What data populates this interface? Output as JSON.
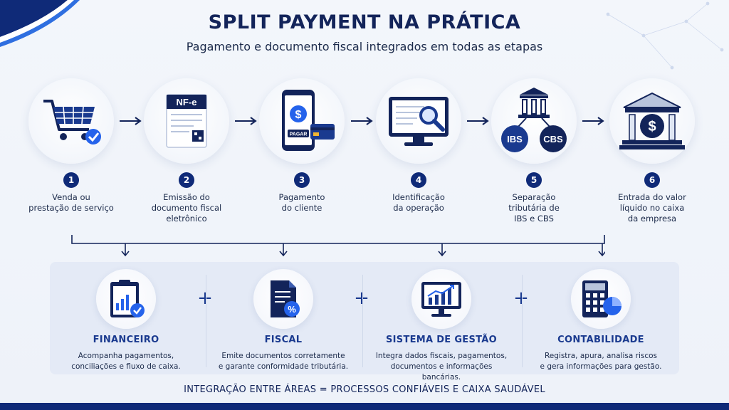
{
  "header": {
    "title": "SPLIT PAYMENT NA PRÁTICA",
    "subtitle": "Pagamento e documento fiscal integrados em todas as etapas"
  },
  "steps": [
    {
      "number": "1",
      "label": "Venda ou\nprestação de serviço",
      "icon": "shopping-cart-check-icon"
    },
    {
      "number": "2",
      "label": "Emissão do\ndocumento fiscal\neletrônico",
      "icon": "nfe-document-icon",
      "badge": "NF-e"
    },
    {
      "number": "3",
      "label": "Pagamento\ndo cliente",
      "icon": "phone-payment-icon",
      "badge": "PAGAR"
    },
    {
      "number": "4",
      "label": "Identificação\nda operação",
      "icon": "monitor-search-icon"
    },
    {
      "number": "5",
      "label": "Separação\ntributária de\nIBS e CBS",
      "icon": "bank-split-icon",
      "badges": [
        "IBS",
        "CBS"
      ]
    },
    {
      "number": "6",
      "label": "Entrada do valor\nlíquido no caixa\nda empresa",
      "icon": "bank-money-icon"
    }
  ],
  "areas": [
    {
      "title": "FINANCEIRO",
      "desc": "Acompanha pagamentos,\nconciliações e fluxo de caixa.",
      "icon": "clipboard-chart-icon"
    },
    {
      "title": "FISCAL",
      "desc": "Emite documentos corretamente\ne garante conformidade tributária.",
      "icon": "document-percent-icon"
    },
    {
      "title": "SISTEMA DE GESTÃO",
      "desc": "Integra dados fiscais, pagamentos,\ndocumentos e informações bancárias.",
      "icon": "monitor-growth-chart-icon"
    },
    {
      "title": "CONTABILIDADE",
      "desc": "Registra, apura, analisa riscos\ne gera informações para gestão.",
      "icon": "calculator-pie-icon"
    }
  ],
  "footer": "INTEGRAÇÃO ENTRE ÁREAS = PROCESSOS CONFIÁVEIS E CAIXA SAUDÁVEL",
  "colors": {
    "navy": "#13245a",
    "accent": "#1a3a8f",
    "bright_blue": "#2563eb",
    "panel": "#e4eaf6"
  }
}
